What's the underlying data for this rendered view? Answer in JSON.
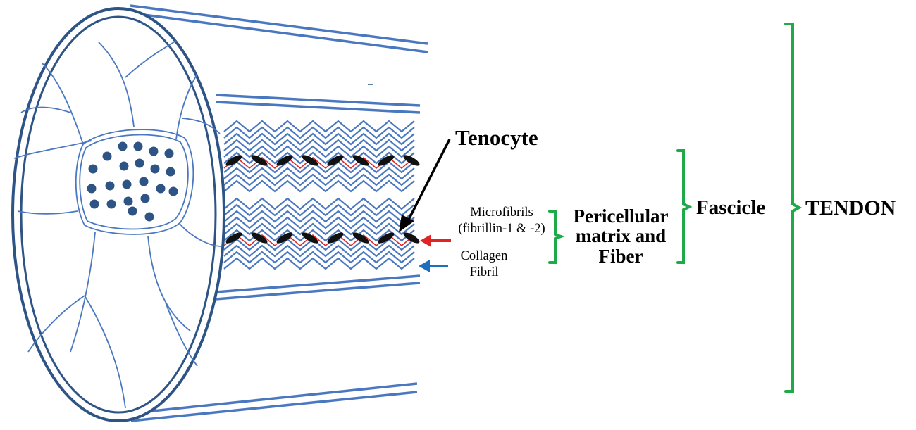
{
  "colors": {
    "structure": "#2e5486",
    "fiber": "#4a78c0",
    "bracket": "#1faa4a",
    "tenocyte": "#111111",
    "microfibril": "#e02424",
    "collagen_arrow": "#1f6fc0",
    "pointer": "#000000"
  },
  "labels": {
    "tenocyte": "Tenocyte",
    "microfibrils_line1": "Microfibrils",
    "microfibrils_line2": "(fibrillin-1 & -2)",
    "collagen_line1": "Collagen",
    "collagen_line2": "Fibril",
    "pericellular_line1": "Pericellular",
    "pericellular_line2": "matrix and",
    "pericellular_line3": "Fiber",
    "fascicle": "Fascicle",
    "tendon": "TENDON"
  },
  "icons": {
    "nucleus_dots": "circle",
    "tenocyte_cells": "ellipse"
  }
}
